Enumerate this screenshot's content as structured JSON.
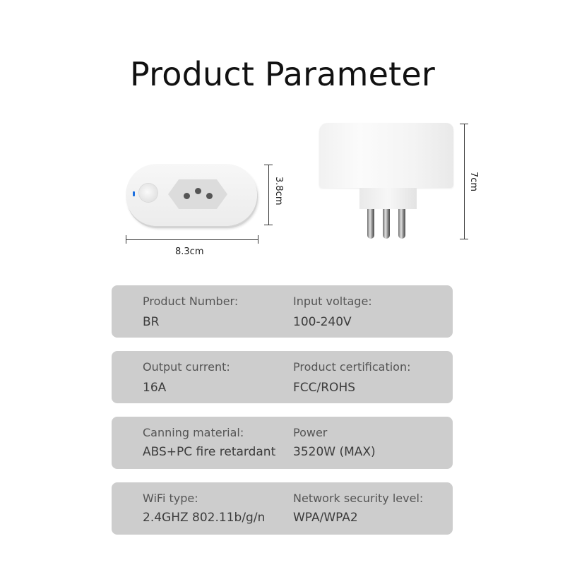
{
  "title": "Product Parameter",
  "dimensions": {
    "width": "8.3cm",
    "height_front": "3.8cm",
    "height_side": "7cm"
  },
  "colors": {
    "card_bg": "#cdcdcd",
    "led": "#1c6fe0"
  },
  "cards": [
    {
      "left": {
        "label": "Product Number:",
        "value": "BR"
      },
      "right": {
        "label": "Input voltage:",
        "value": "100-240V"
      }
    },
    {
      "left": {
        "label": "Output current:",
        "value": "16A"
      },
      "right": {
        "label": "Product certification:",
        "value": "FCC/ROHS"
      }
    },
    {
      "left": {
        "label": "Canning material:",
        "value": "ABS+PC fire retardant"
      },
      "right": {
        "label": "Power",
        "value": "3520W  (MAX)"
      }
    },
    {
      "left": {
        "label": "WiFi type:",
        "value": "2.4GHZ  802.11b/g/n"
      },
      "right": {
        "label": "Network security level:",
        "value": "WPA/WPA2"
      }
    }
  ]
}
